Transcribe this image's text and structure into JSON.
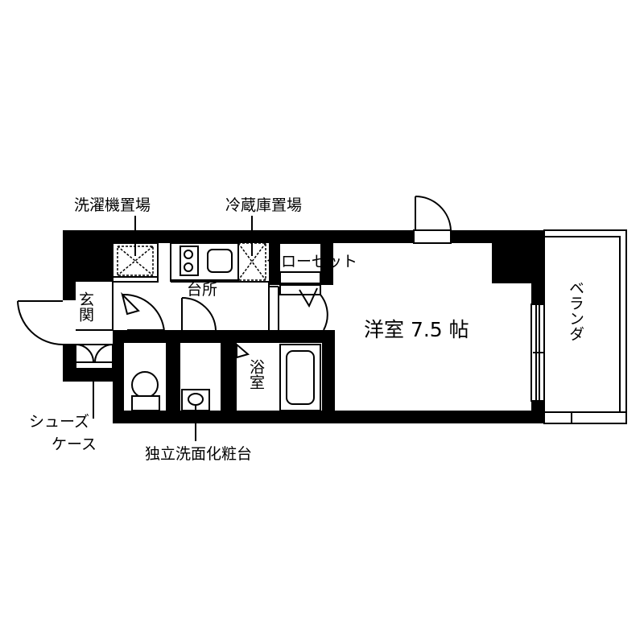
{
  "labels": {
    "washer": "洗濯機置場",
    "fridge": "冷蔵庫置場",
    "closet": "クローゼット",
    "entrance": "玄関",
    "kitchen": "台所",
    "western_room": "洋室 7.5 帖",
    "bath": "浴室",
    "veranda": "ベランダ",
    "shoe_case_line1": "シューズ",
    "shoe_case_line2": "ケース",
    "vanity": "独立洗面化粧台"
  },
  "colors": {
    "wall": "#000000",
    "background": "#ffffff",
    "fixture_fill": "#e8e8e8"
  }
}
